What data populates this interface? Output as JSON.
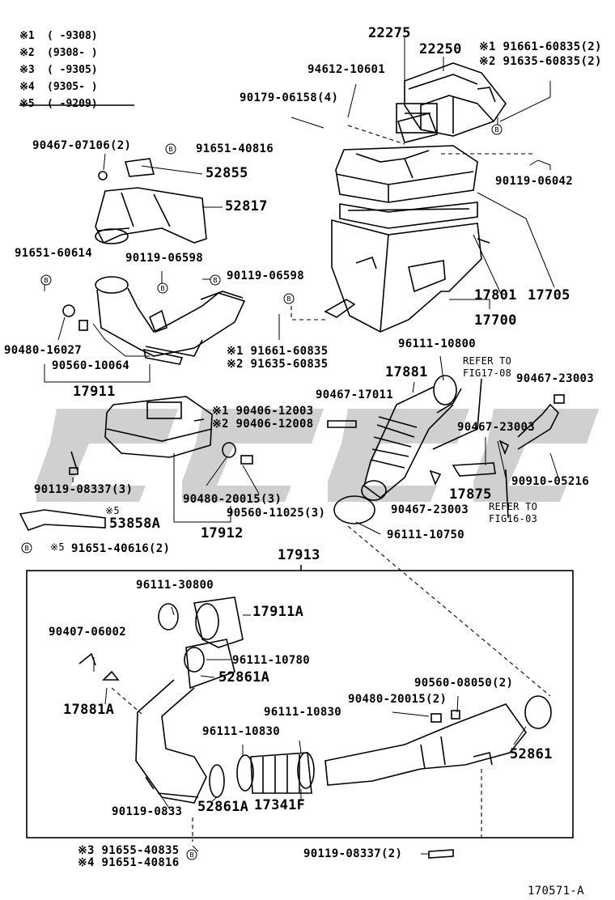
{
  "legend": [
    {
      "key": "※1",
      "range": "(     -9308)"
    },
    {
      "key": "※2",
      "range": "(9308-      )"
    },
    {
      "key": "※3",
      "range": "(     -9305)"
    },
    {
      "key": "※4",
      "range": "(9305-      )"
    },
    {
      "key": "※5",
      "range": "(     -9209)"
    }
  ],
  "parts": {
    "p22275": "22275",
    "p22250": "22250",
    "p94612": "94612-10601",
    "p91661_top": "※1 91661-60835(2)",
    "p91635_top": "※2 91635-60835(2)",
    "p90179": "90179-06158(4)",
    "p90467_07106": "90467-07106(2)",
    "p91651_40816_top": "91651-40816",
    "p52855": "52855",
    "p52817": "52817",
    "p90119_06042": "90119-06042",
    "p91651_60614": "91651-60614",
    "p90119_06598_a": "90119-06598",
    "p90119_06598_b": "90119-06598",
    "p17801": "17801",
    "p17705": "17705",
    "p17700": "17700",
    "p90480_16027": "90480-16027",
    "p90560_10064": "90560-10064",
    "p17911": "17911",
    "p91661_mid": "※1 91661-60835",
    "p91635_mid": "※2 91635-60835",
    "p96111_10800": "96111-10800",
    "p17881": "17881",
    "refer1a": "REFER TO",
    "refer1b": "FIG17-08",
    "p90467_23003_a": "90467-23003",
    "p90467_17011": "90467-17011",
    "p90406_12003": "※1 90406-12003",
    "p90406_12008": "※2 90406-12008",
    "p90467_23003_b": "90467-23003",
    "p90119_08337_3": "90119-08337(3)",
    "p90480_20015_3": "90480-20015(3)",
    "p90560_11025": "90560-11025(3)",
    "p17875": "17875",
    "p90910": "90910-05216",
    "p90467_23003_c": "90467-23003",
    "refer2a": "REFER TO",
    "refer2b": "FIG16-03",
    "star5_a": "※5",
    "p53858A": "53858A",
    "p17912": "17912",
    "p96111_10750": "96111-10750",
    "star5_b": "※5",
    "p91651_40616": "91651-40616(2)",
    "p17913": "17913",
    "p96111_30800": "96111-30800",
    "p17911A": "17911A",
    "p90407": "90407-06002",
    "p96111_10780": "96111-10780",
    "p52861A_top": "52861A",
    "p90560_08050": "90560-08050(2)",
    "p17881A": "17881A",
    "p90480_20015_2": "90480-20015(2)",
    "p96111_10830_a": "96111-10830",
    "p96111_10830_b": "96111-10830",
    "p52861": "52861",
    "p90119_0833": "90119-0833",
    "p52861A_bot": "52861A",
    "p17341F": "17341F",
    "p91655": "※3 91655-40835",
    "p91651_40816_bot": "※4 91651-40816",
    "p90119_08337_2": "90119-08337(2)",
    "figno": "170571-A"
  },
  "icons": [
    "bolt-b-icon",
    "watermark-logo"
  ]
}
